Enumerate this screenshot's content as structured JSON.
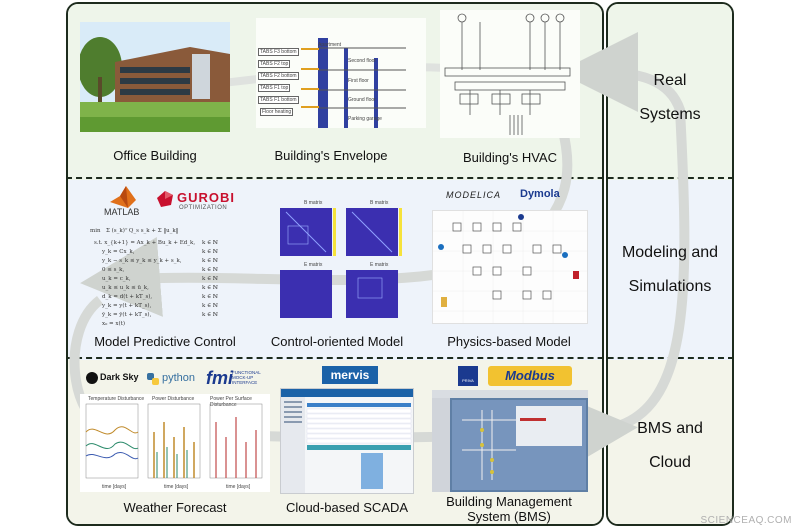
{
  "rows": {
    "real": {
      "label_line1": "Real",
      "label_line2": "Systems"
    },
    "modeling": {
      "label_line1": "Modeling and",
      "label_line2": "Simulations"
    },
    "bms": {
      "label_line1": "BMS and",
      "label_line2": "Cloud"
    }
  },
  "captions": {
    "office_building": "Office Building",
    "envelope": "Building's Envelope",
    "hvac": "Building's HVAC",
    "mpc": "Model Predictive Control",
    "control_model": "Control-oriented Model",
    "physics_model": "Physics-based Model",
    "weather": "Weather Forecast",
    "scada": "Cloud-based SCADA",
    "bms_line1": "Building Management",
    "bms_line2": "System (BMS)"
  },
  "envelope_labels": {
    "apartment": "Apartment",
    "tabs_f3_bottom": "TABS F3 bottom",
    "tabs_f2_top": "TABS F2 top",
    "tabs_f2_bottom": "TABS F2 bottom",
    "tabs_f1_top": "TABS F1 top",
    "tabs_f1_bottom": "TABS F1 bottom",
    "floor_heating": "Floor heating",
    "second_floor": "Second floor",
    "first_floor": "First floor",
    "ground_floor": "Ground floor",
    "parking": "Parking garage"
  },
  "logos": {
    "matlab": "MATLAB",
    "gurobi": "GUROBI",
    "gurobi_sub": "OPTIMIZATION",
    "modelica": "MODELICA",
    "dymola": "Dymola",
    "darksky": "Dark Sky",
    "python": "python",
    "fmi": "fmi",
    "fmi_sub1": "FUNCTIONAL",
    "fmi_sub2": "MOCK-UP",
    "fmi_sub3": "INTERFACE",
    "mervis": "mervis",
    "priva": "PRIVA",
    "modbus": "Modbus"
  },
  "weather_titles": {
    "temp": "Temperature Disturbance",
    "power": "Power Disturbance",
    "power_surface": "Power Per Surface Disturbance",
    "xlabel": "time [days]"
  },
  "control_model_titles": [
    "B matrix",
    "B matrix",
    "E matrix",
    "E matrix"
  ],
  "watermark": "SCIENCEAQ.COM",
  "colors": {
    "band_real": "#eef5ea",
    "band_model": "#eef3fa",
    "band_bms": "#f3f4ea",
    "heatmap": "#3b2fb0",
    "arrow": "#d0d4d0"
  }
}
